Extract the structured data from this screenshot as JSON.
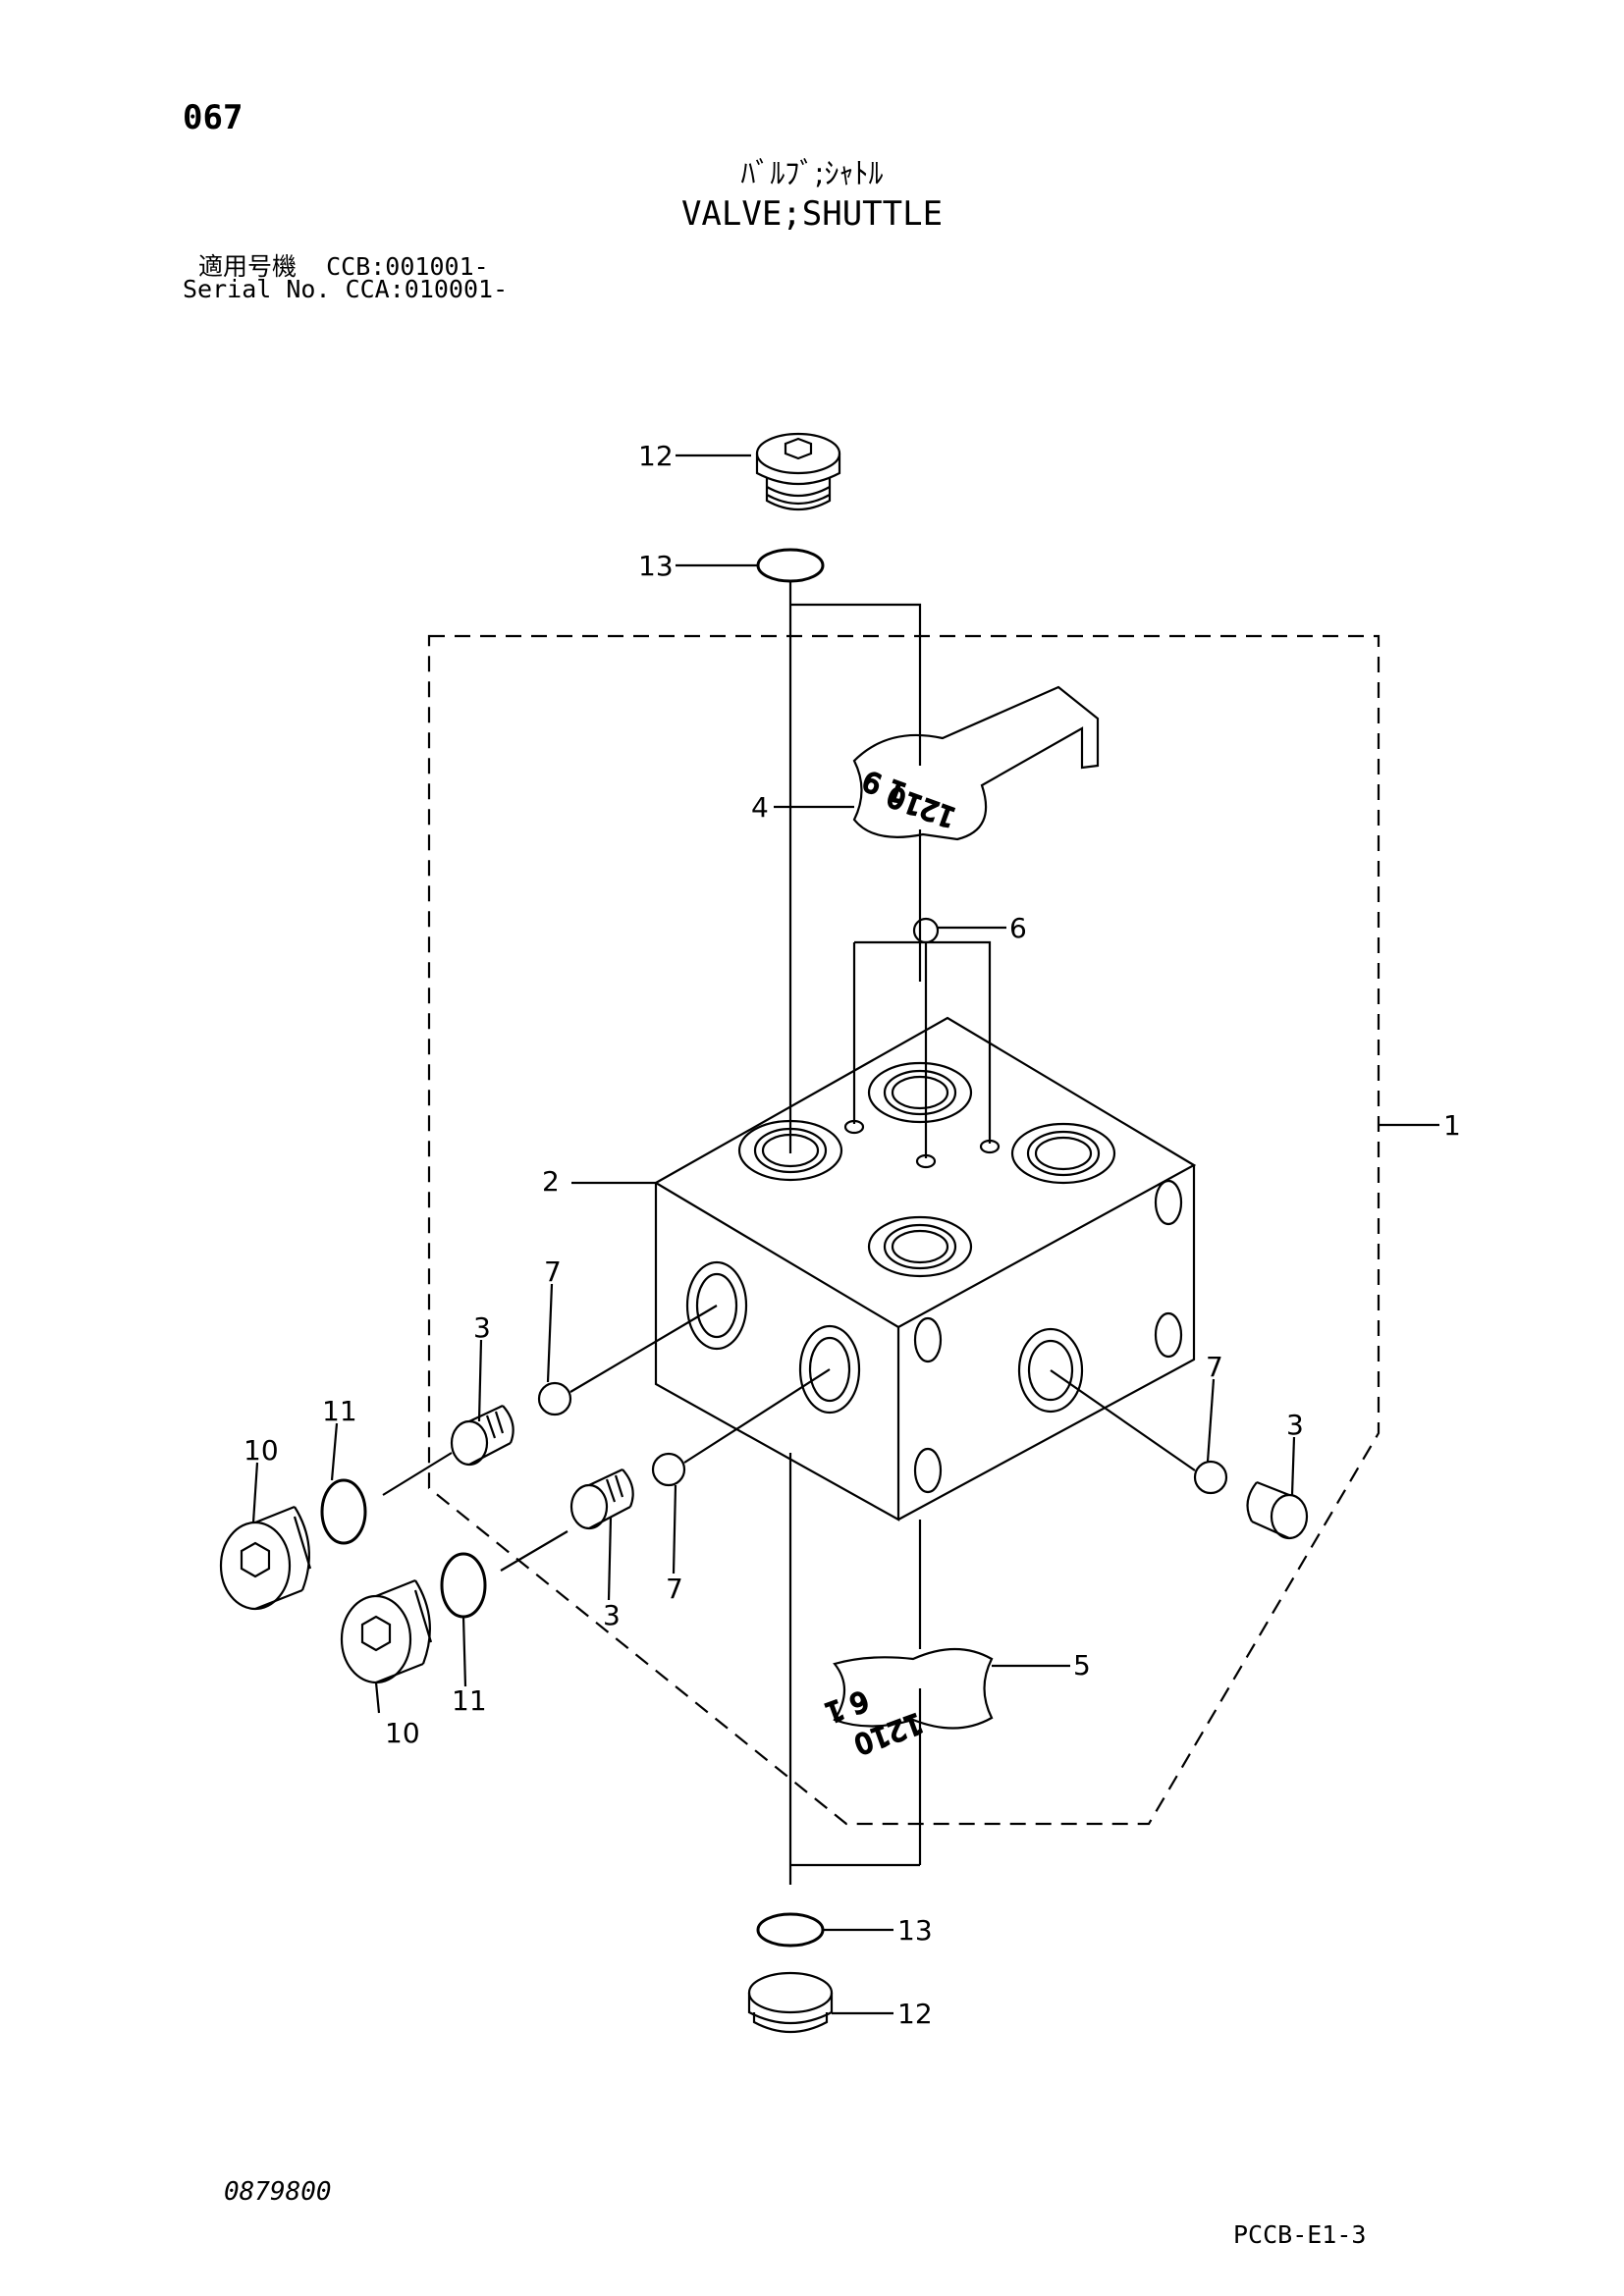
{
  "header": {
    "page_number": "067",
    "title_jp": "ﾊﾞﾙﾌﾞ;ｼｬﾄﾙ",
    "title_en": "VALVE;SHUTTLE",
    "serial_line_1": "適用号機  CCB:001001-",
    "serial_line_2": "Serial No. CCA:010001-"
  },
  "callouts": [
    "1",
    "2",
    "3",
    "3",
    "3",
    "4",
    "5",
    "6",
    "7",
    "7",
    "7",
    "10",
    "10",
    "11",
    "11",
    "12",
    "12",
    "13",
    "13"
  ],
  "plate_markings": {
    "upper": [
      "1210",
      "1 9"
    ],
    "lower": [
      "1210",
      "1 9"
    ]
  },
  "footer": {
    "drawing_number": "0879800",
    "sheet_ref": "PCCB-E1-3"
  }
}
